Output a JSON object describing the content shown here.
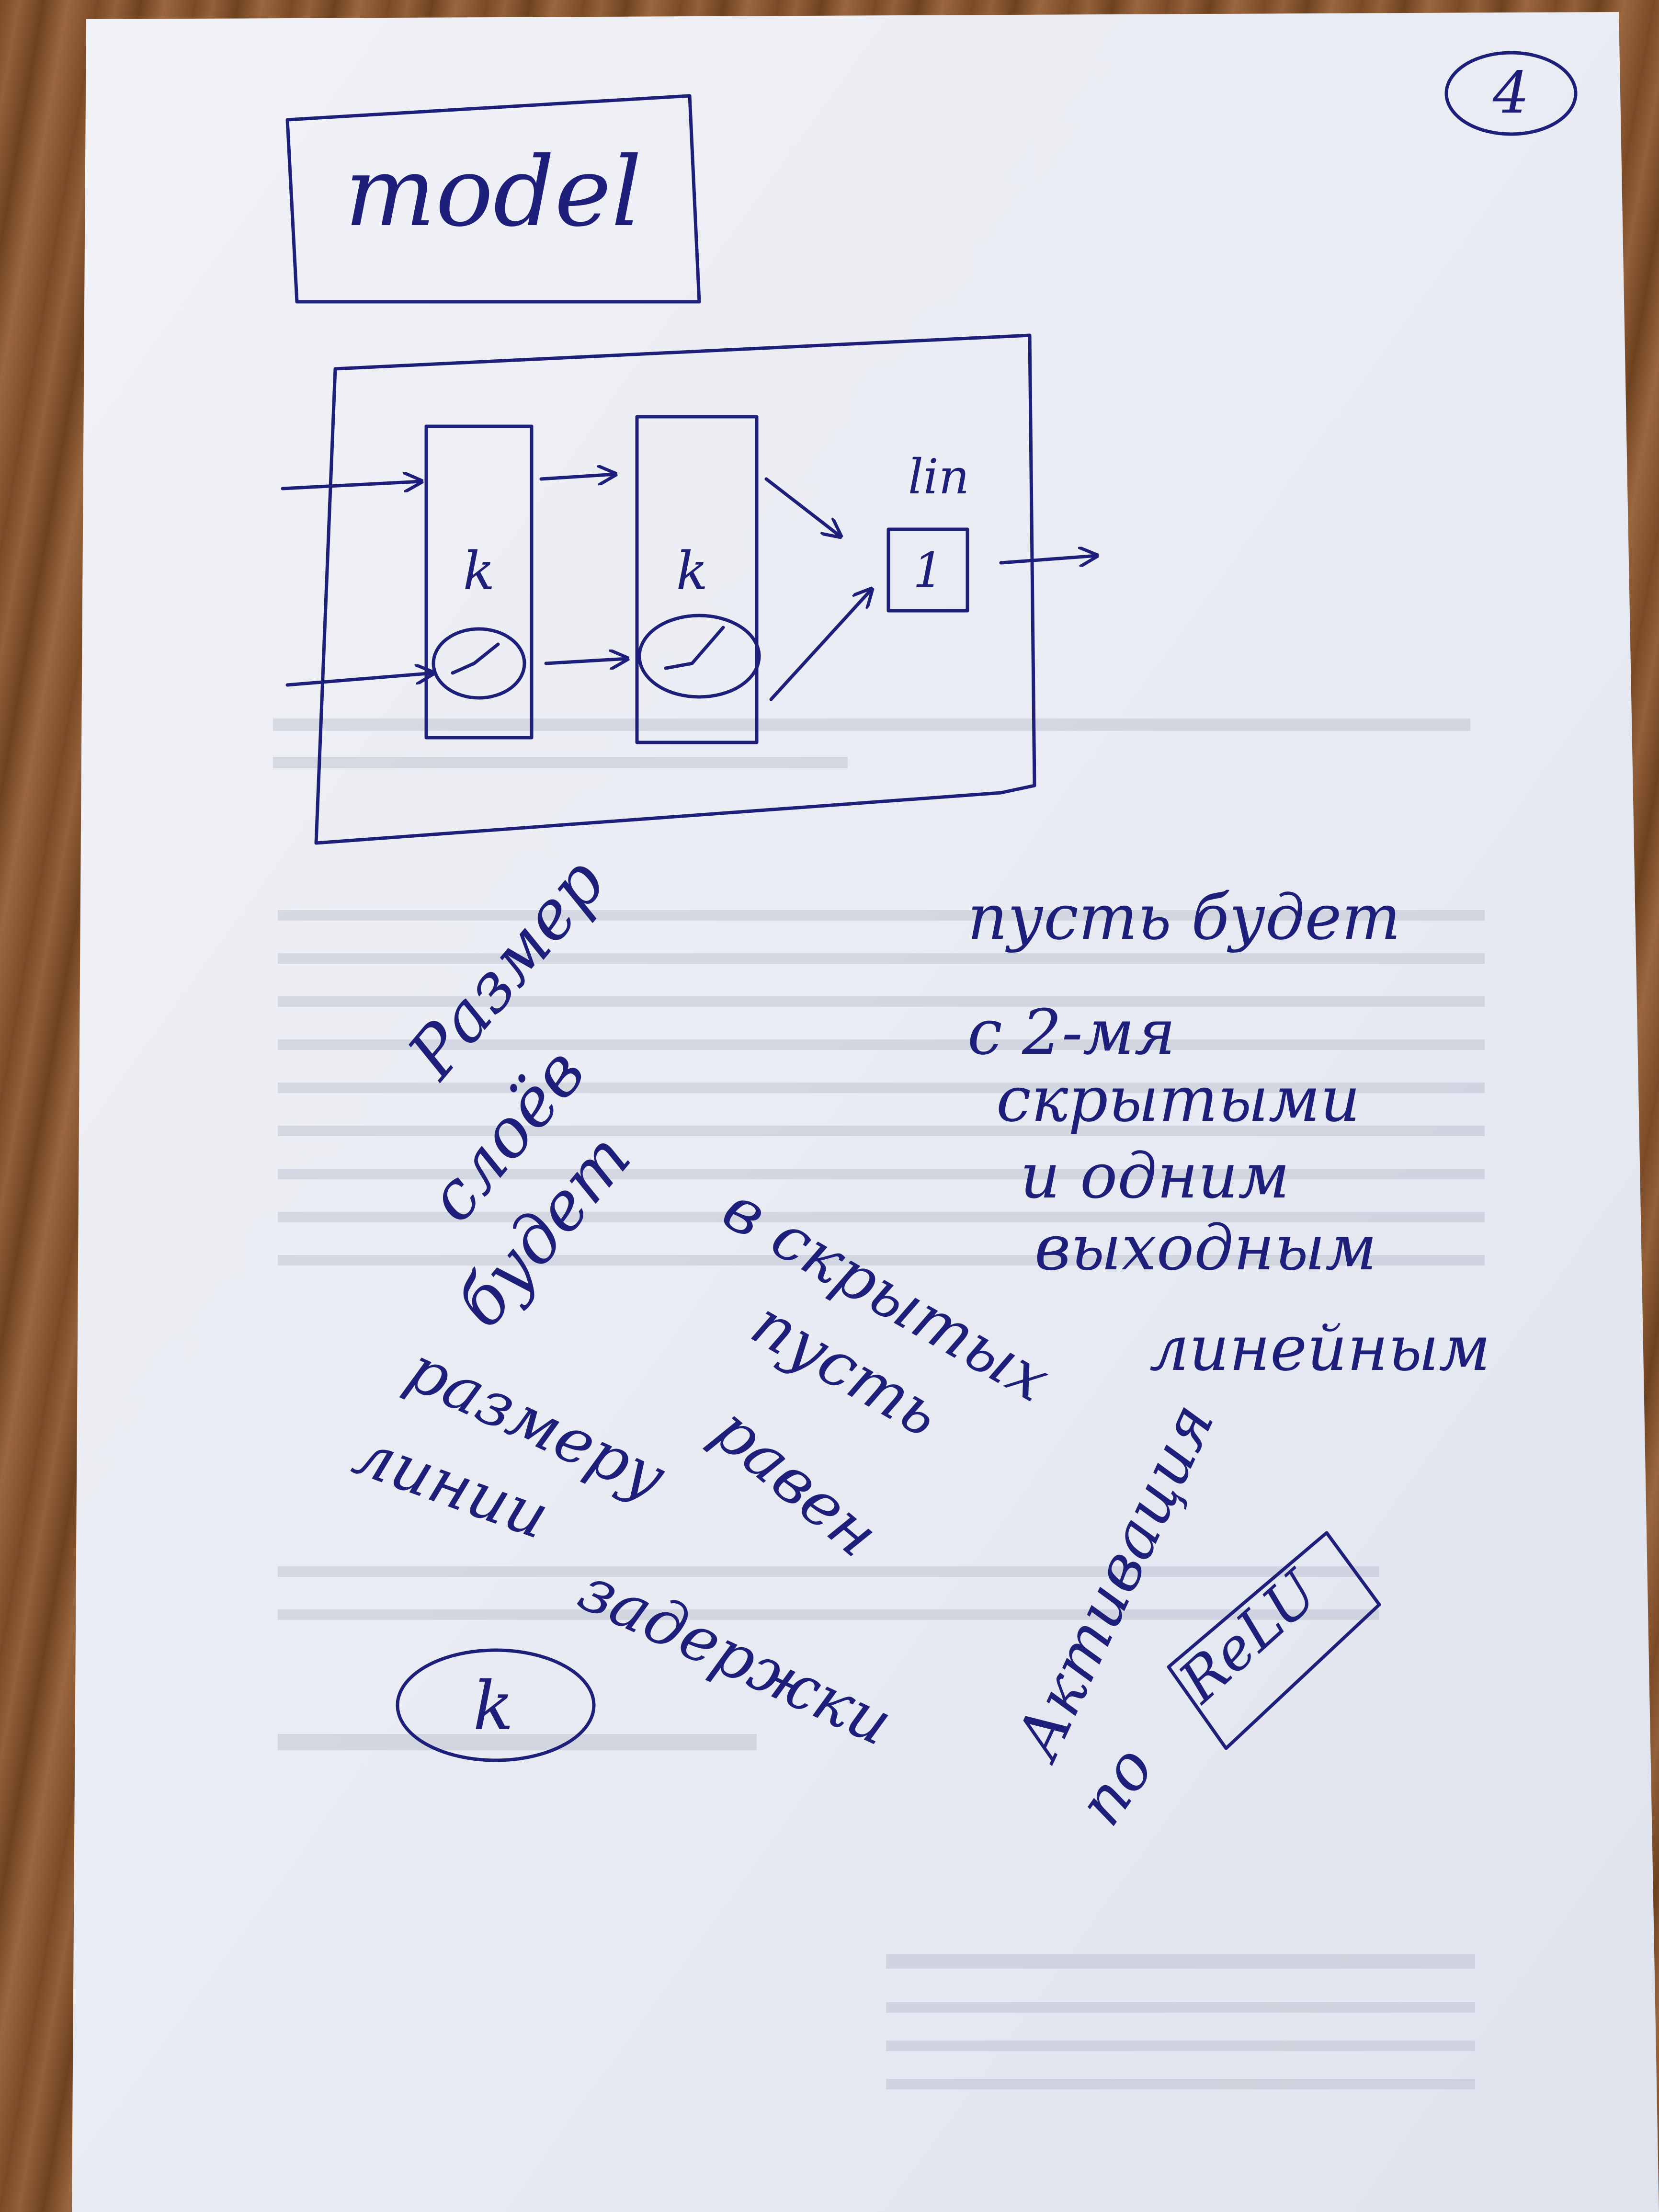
{
  "page_number": "4",
  "title_box": "model",
  "diagram": {
    "layer1_label": "k",
    "layer2_label": "k",
    "output_header": "lin",
    "output_unit": "1"
  },
  "notes": {
    "note_right": [
      "пусть будет",
      "с 2-мя",
      "скрытыми",
      "и одним",
      "выходным",
      "линейным"
    ],
    "note_size": [
      "Размер",
      "слоёв",
      "будет"
    ],
    "note_hidden": [
      "в скрытых",
      "пусть",
      "равен"
    ],
    "note_match": [
      "размеру",
      "линии"
    ],
    "note_circle": "k",
    "note_task": "задержки",
    "note_activation": [
      "Активация",
      "по"
    ],
    "note_activation_box": "ReLU"
  },
  "colors": {
    "ink": "#1d1f7a",
    "paper": "#eef0f6",
    "table": "#8a5a32"
  }
}
